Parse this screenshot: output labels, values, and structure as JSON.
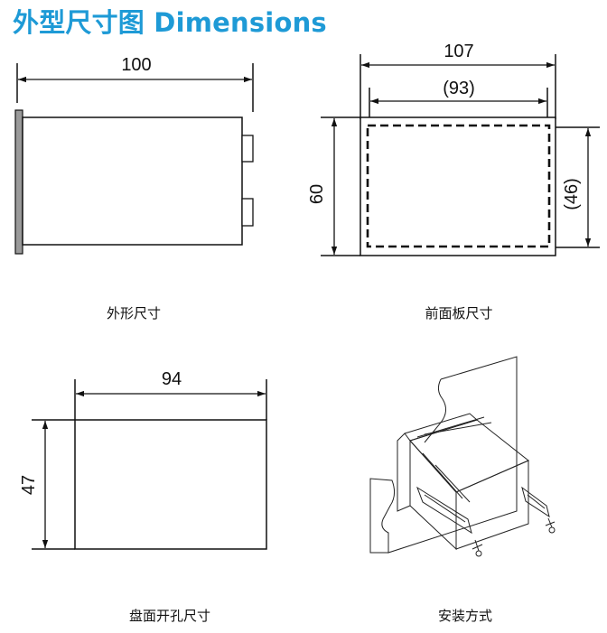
{
  "title": "外型尺寸图 Dimensions",
  "views": {
    "side": {
      "caption": "外形尺寸",
      "width_label": "100"
    },
    "front": {
      "caption": "前面板尺寸",
      "width_label": "107",
      "inner_width_label": "(93)",
      "height_label": "60",
      "inner_height_label": "(46)"
    },
    "cutout": {
      "caption": "盘面开孔尺寸",
      "width_label": "94",
      "height_label": "47"
    },
    "mounting": {
      "caption": "安装方式"
    }
  },
  "colors": {
    "title": "#1e9ad6",
    "line": "#111111",
    "panel_grey": "#9a9a9a"
  }
}
